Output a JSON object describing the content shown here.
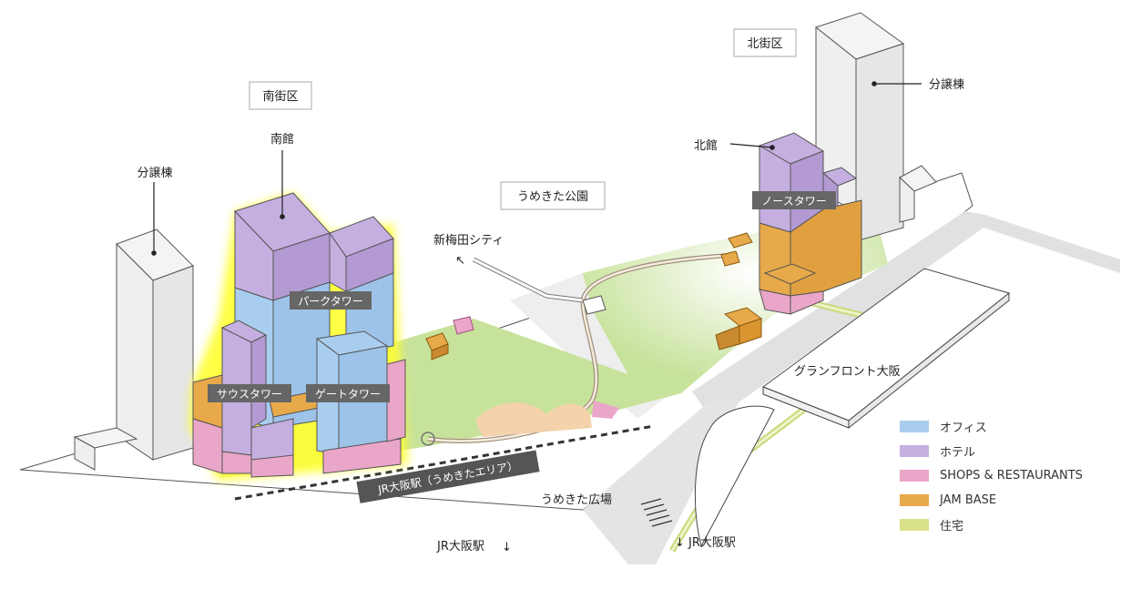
{
  "labels": {
    "south_district": "南街区",
    "north_district": "北街区",
    "south_building": "南館",
    "north_building": "北館",
    "sale_building_left": "分譲棟",
    "sale_building_right": "分譲棟",
    "park": "うめきた公園",
    "shin_umeda_city": "新梅田シティ",
    "park_tower": "パークタワー",
    "south_tower": "サウスタワー",
    "gate_tower": "ゲートタワー",
    "north_tower": "ノースタワー",
    "grand_front": "グランフロント大阪",
    "umekita_plaza": "うめきた広場",
    "jr_station_path": "JR大阪駅（うめきたエリア）",
    "jr_station_bottom": "JR大阪駅",
    "jr_station_bottom_right": "JR大阪駅"
  },
  "arrows": {
    "up_left": "↖",
    "down": "↓"
  },
  "legend": [
    {
      "label": "オフィス",
      "color": "#a9cdef"
    },
    {
      "label": "ホテル",
      "color": "#c5afe0"
    },
    {
      "label": "SHOPS & RESTAURANTS",
      "color": "#eaa6c8"
    },
    {
      "label": "JAM BASE",
      "color": "#e8a94a"
    },
    {
      "label": "住宅",
      "color": "#d9e08a"
    }
  ],
  "colors": {
    "office": "#a9cdef",
    "hotel": "#c5afe0",
    "shops": "#eaa6c8",
    "jambase": "#e8a94a",
    "residence": "#d9e08a",
    "park": "#c7e29a",
    "road": "#e1e1e1",
    "highlight": "#ffff33"
  }
}
